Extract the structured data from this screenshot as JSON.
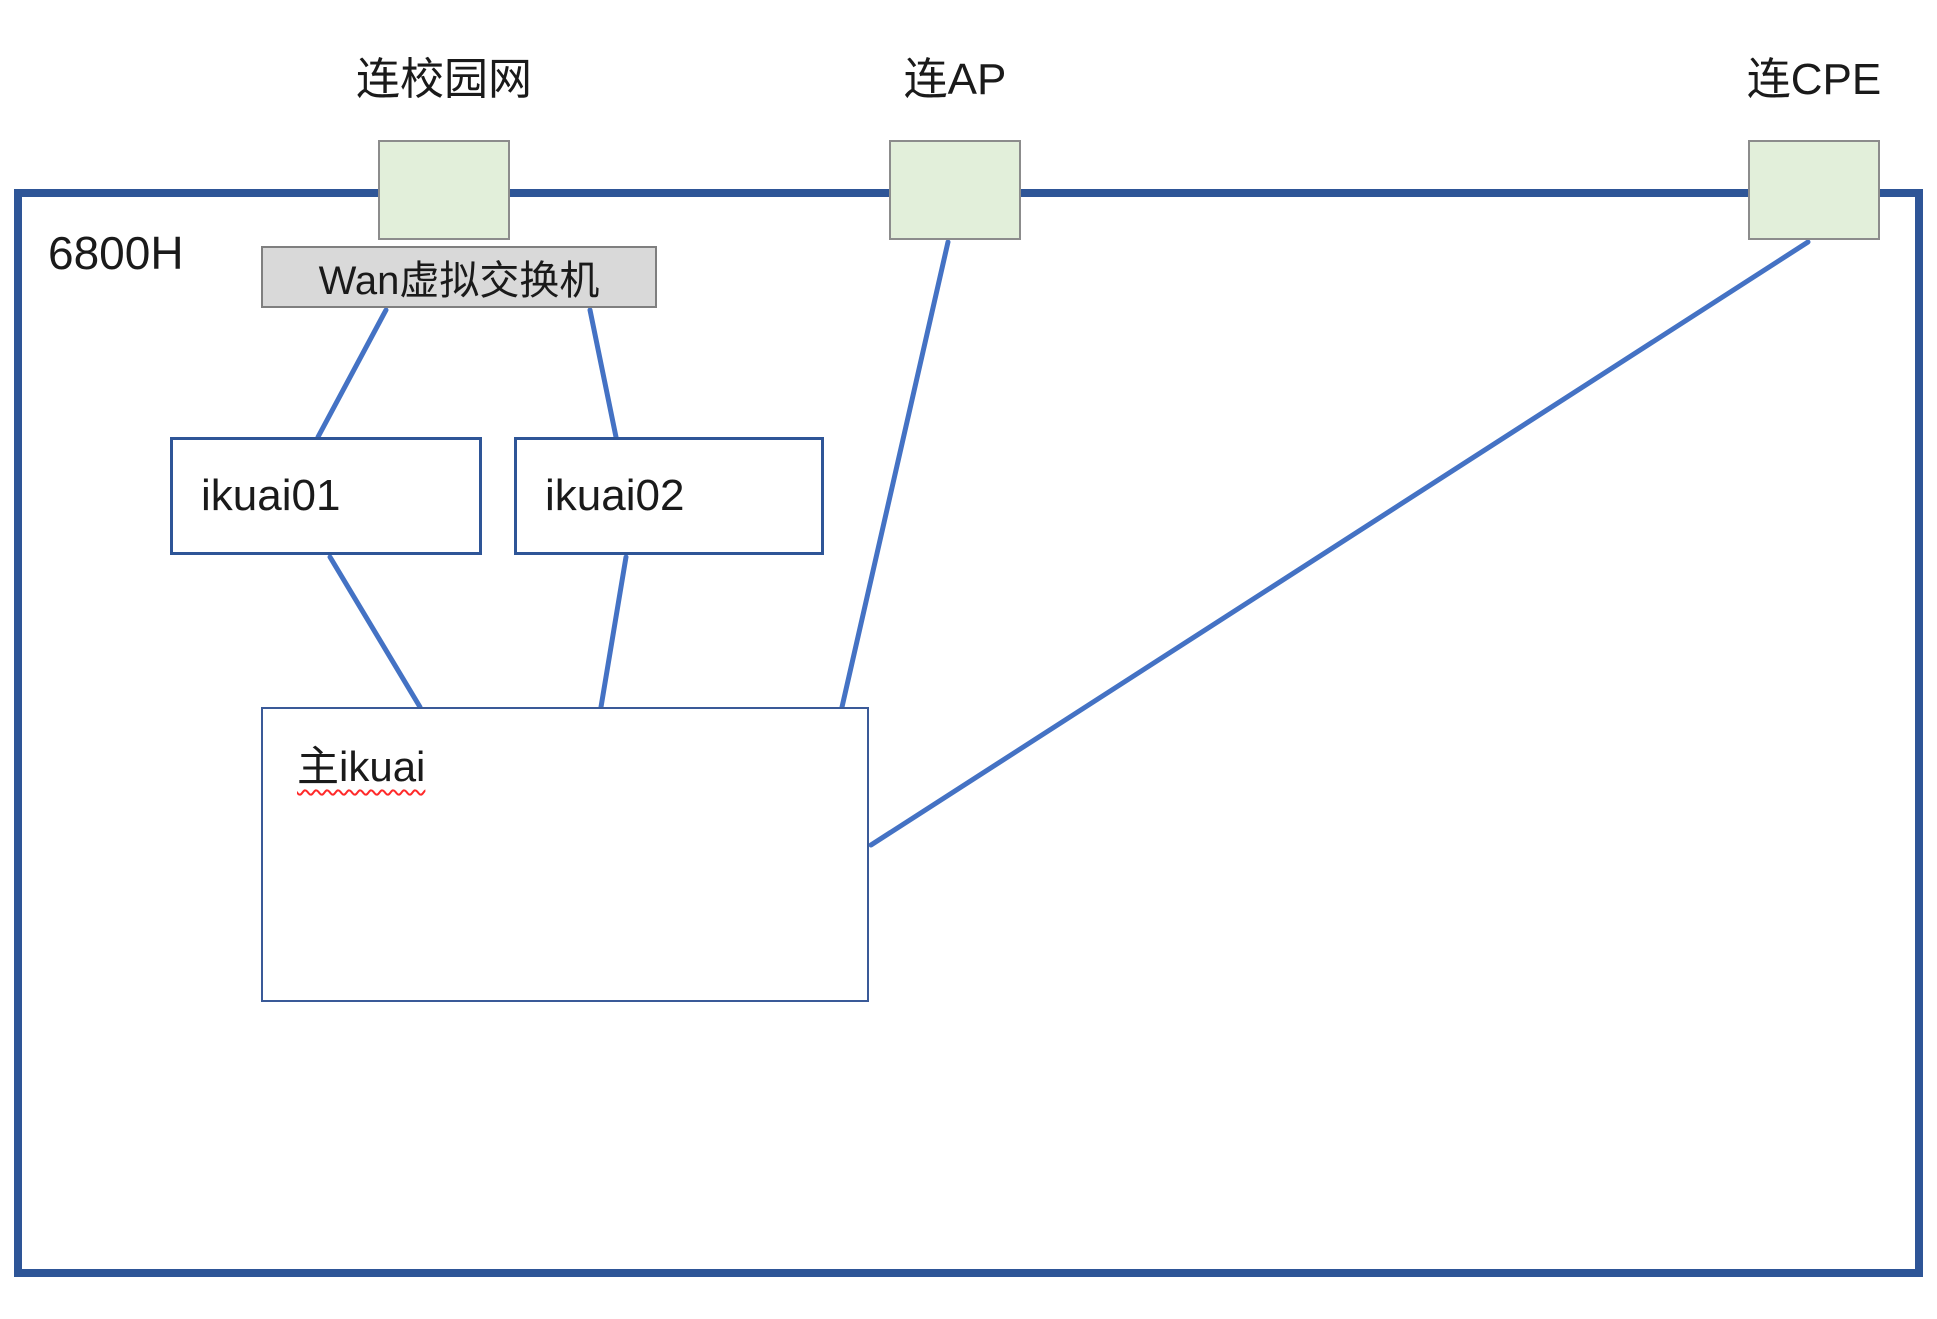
{
  "diagram": {
    "host_label": "6800H",
    "ports": [
      {
        "name": "campus-port",
        "label": "连校园网"
      },
      {
        "name": "ap-port",
        "label": "连AP"
      },
      {
        "name": "cpe-port",
        "label": "连CPE"
      }
    ],
    "nodes": [
      {
        "name": "wan-virtual-switch",
        "label": "Wan虚拟交换机"
      },
      {
        "name": "ikuai01",
        "label": "ikuai01"
      },
      {
        "name": "ikuai02",
        "label": "ikuai02"
      },
      {
        "name": "main-ikuai",
        "label": "主ikuai"
      }
    ],
    "edges": [
      {
        "from": "Wan虚拟交换机",
        "to": "ikuai01"
      },
      {
        "from": "Wan虚拟交换机",
        "to": "ikuai02"
      },
      {
        "from": "ikuai01",
        "to": "主ikuai"
      },
      {
        "from": "ikuai02",
        "to": "主ikuai"
      },
      {
        "from": "连AP端口",
        "to": "主ikuai"
      },
      {
        "from": "连CPE端口",
        "to": "主ikuai"
      }
    ],
    "colors": {
      "frame": "#2E5597",
      "connector": "#4472C4",
      "port_fill": "#E2EFDA",
      "port_border": "#8C8C8C",
      "wan_fill": "#D9D9D9",
      "wan_border": "#7F7F7F",
      "node_border": "#2E5597",
      "main_border": "#3A5A98",
      "text": "#1A1A1A",
      "spellcheck": "#FF2A2A"
    }
  }
}
